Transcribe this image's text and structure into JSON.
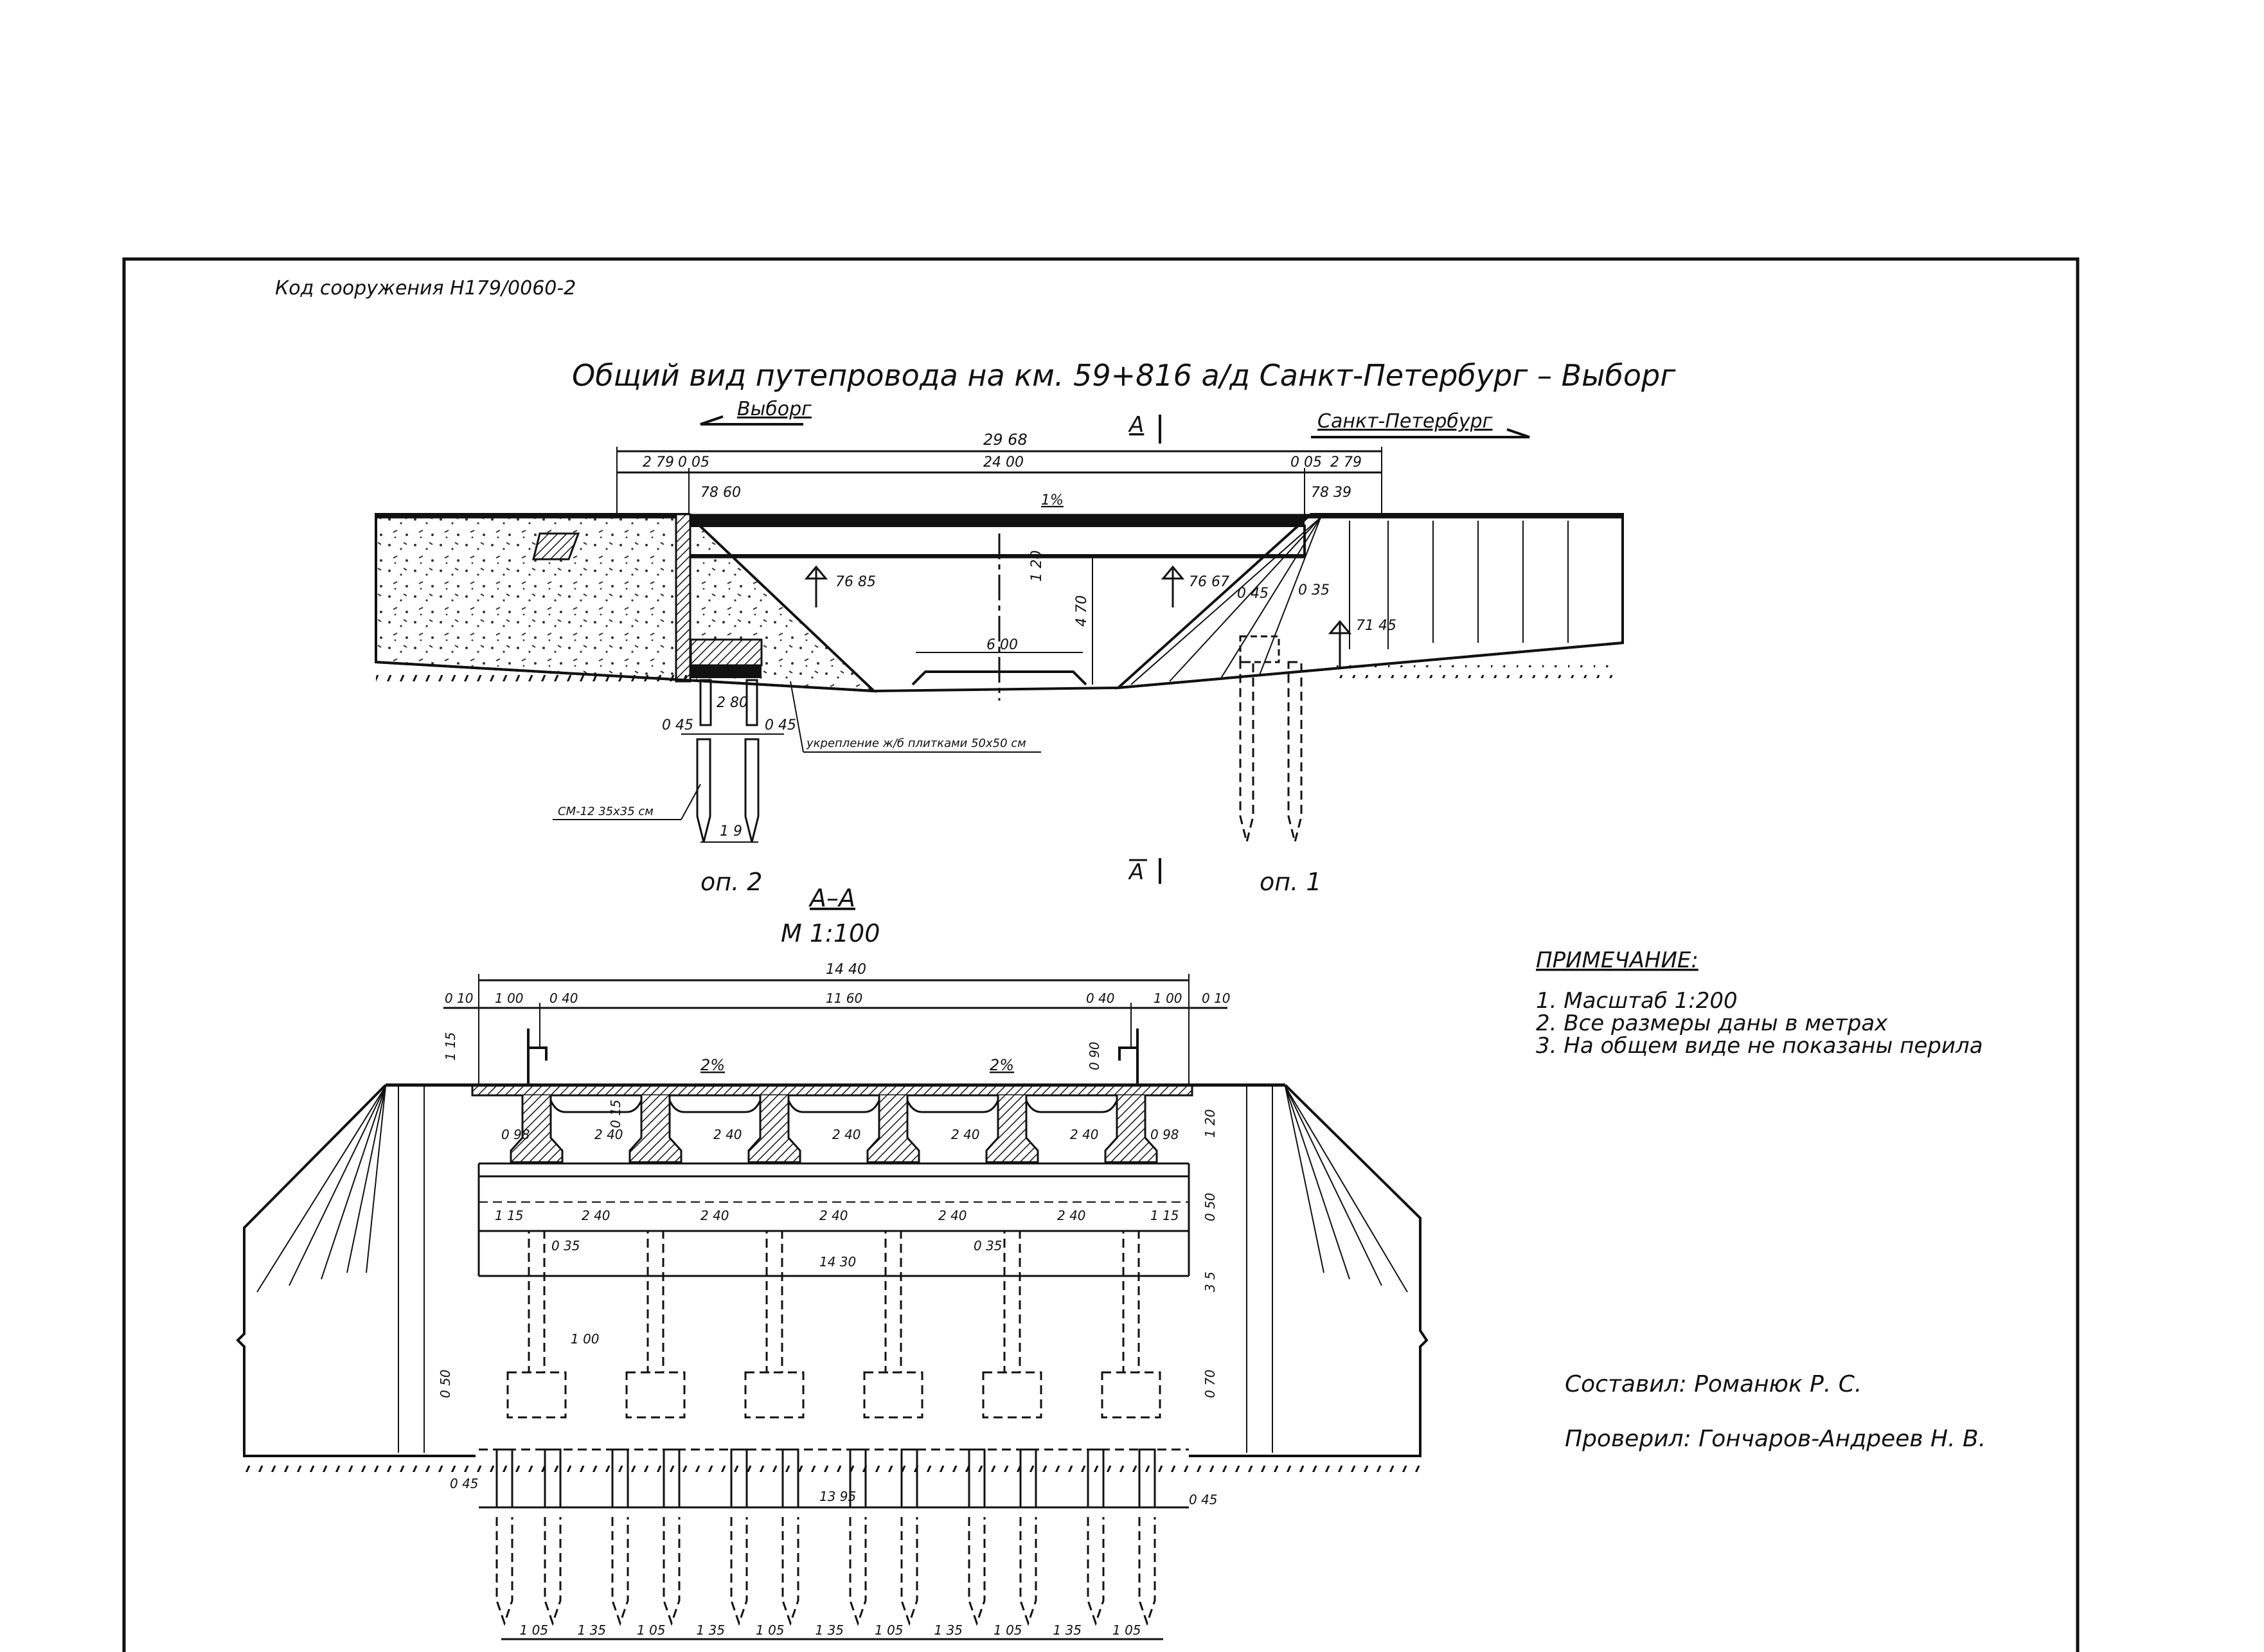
{
  "header": {
    "code": "Код сооружения Н179/0060-2",
    "title": "Общий вид путепровода на  км. 59+816 а/д Санкт-Петербург – Выборг"
  },
  "elevation": {
    "dir_left": "Выборг",
    "dir_right": "Санкт-Петербург",
    "section_mark": "А",
    "dims": {
      "overall": "29 68",
      "left_end": "2 79",
      "left_gap": "0 05",
      "span": "24 00",
      "right_gap": "0 05",
      "right_end": "2 79",
      "deck_h": "1 20",
      "clear_h": "4 70",
      "road_w": "6 00",
      "base_w": "2 80",
      "pile_l": "0 45",
      "pile_r": "0 45",
      "pile_spacing": "1 9",
      "dim_035": "0 35",
      "dim_045": "0 45"
    },
    "elevations": {
      "left_top": "78 60",
      "right_top": "78 39",
      "left_mid": "76 85",
      "right_mid": "76 67",
      "right_low": "71 45"
    },
    "slope": "1%",
    "note_paving": "укрепление ж/б плитками 50х50 см",
    "note_piles": "СМ-12 35х35 см",
    "support_left": "оп. 2",
    "support_right": "оп. 1"
  },
  "section": {
    "title": "А–А",
    "scale": "М 1:100",
    "dims": {
      "total": "14 40",
      "edge_l": "0 10",
      "sw_l": "1 00",
      "rail_l": "0 40",
      "road": "11 60",
      "rail_r": "0 40",
      "sw_r": "1 00",
      "edge_r": "0 10",
      "rail_h": "1 15",
      "curb_h": "0 90",
      "deck_t": "0 15",
      "beam_h": "1 20",
      "cap_h": "0 50",
      "col_h": "3 5",
      "foot_h": "0 70",
      "foot_h_l": "0 50",
      "cap_len": "14 30",
      "col_w_l": "0 35",
      "col_w_r": "0 35",
      "foot_w": "1 00",
      "pile_edge_l": "0 45",
      "pile_edge_r": "0 45",
      "pile_row": "13 95"
    },
    "beam_spacing": [
      "0 98",
      "2 40",
      "2 40",
      "2 40",
      "2 40",
      "2 40",
      "0 98"
    ],
    "cap_spacing": [
      "1 15",
      "2 40",
      "2 40",
      "2 40",
      "2 40",
      "2 40",
      "1 15"
    ],
    "pile_spacing": [
      "1 05",
      "1 35",
      "1 05",
      "1 35",
      "1 05",
      "1 35",
      "1 05",
      "1 35",
      "1 05",
      "1 35",
      "1 05"
    ],
    "slope_l": "2%",
    "slope_r": "2%"
  },
  "notes": {
    "heading": "ПРИМЕЧАНИЕ:",
    "items": [
      "1. Масштаб 1:200",
      "2. Все размеры даны в метрах",
      "3. На общем виде не показаны перила"
    ]
  },
  "signatures": {
    "compiled": "Составил: Романюк Р. С.",
    "checked": "Проверил: Гончаров-Андреев Н. В."
  }
}
